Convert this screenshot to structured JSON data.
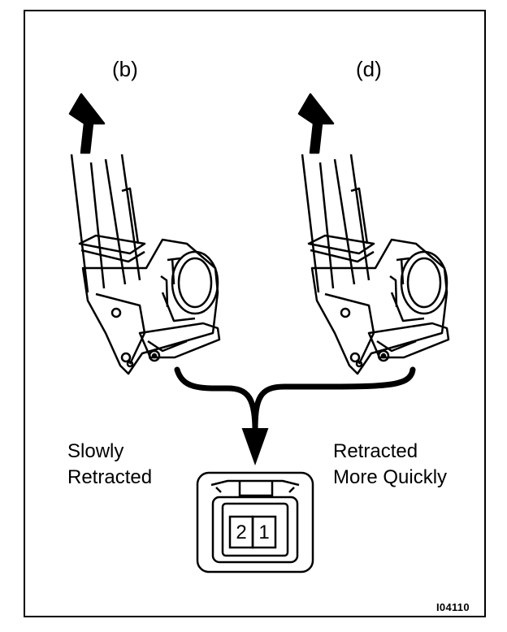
{
  "labels": {
    "left_view": "(b)",
    "right_view": "(d)"
  },
  "captions": {
    "left_line1": "Slowly",
    "left_line2": "Retracted",
    "right_line1": "Retracted",
    "right_line2": "More Quickly"
  },
  "indicator": {
    "digit_left": "2",
    "digit_right": "1"
  },
  "figure_id": "I04110"
}
